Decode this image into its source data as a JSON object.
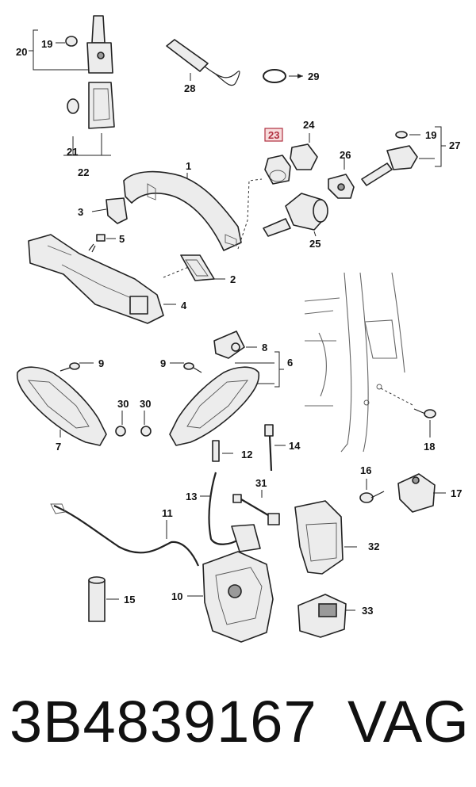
{
  "diagram": {
    "highlighted_callout": "23",
    "callouts": [
      "1",
      "2",
      "3",
      "4",
      "5",
      "6",
      "7",
      "8",
      "9",
      "9",
      "10",
      "11",
      "12",
      "13",
      "14",
      "15",
      "16",
      "17",
      "18",
      "19",
      "19",
      "20",
      "21",
      "22",
      "23",
      "24",
      "25",
      "26",
      "27",
      "28",
      "29",
      "30",
      "30",
      "31",
      "32",
      "33"
    ]
  },
  "caption": {
    "part_number": "3B4839167",
    "brand": "VAG"
  }
}
